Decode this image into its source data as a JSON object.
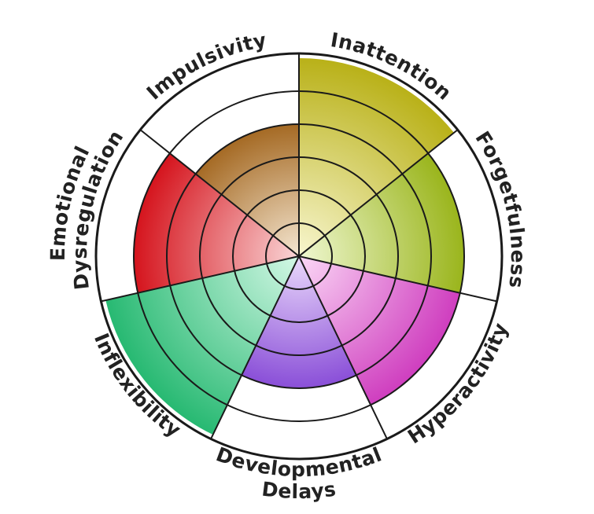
{
  "diagram": {
    "type": "segmented-radial-wheel",
    "rings": 6,
    "segments": [
      {
        "name": "Inattention",
        "lines": [
          "Inattention"
        ],
        "level": 5,
        "color": "#b9b118",
        "center_color": "#f8f6cf"
      },
      {
        "name": "Forgetfulness",
        "lines": [
          "Forgetfulness"
        ],
        "level": 4,
        "color": "#9ab51c",
        "center_color": "#f0f8d2"
      },
      {
        "name": "Hyperactivity",
        "lines": [
          "Hyperactivity"
        ],
        "level": 4,
        "color": "#cf3ebf",
        "center_color": "#fbd8f6"
      },
      {
        "name": "Developmental Delays",
        "lines": [
          "Developmental",
          "Delays"
        ],
        "level": 3,
        "color": "#8a4fd8",
        "center_color": "#ead9fb"
      },
      {
        "name": "Inflexibility",
        "lines": [
          "Inflexibility"
        ],
        "level": 5,
        "color": "#27b972",
        "center_color": "#d4f8e6"
      },
      {
        "name": "Emotional Dysregulation",
        "lines": [
          "Emotional",
          "Dysregulation"
        ],
        "level": 4,
        "color": "#d5141d",
        "center_color": "#fad6d7"
      },
      {
        "name": "Impulsivity",
        "lines": [
          "Impulsivity"
        ],
        "level": 3,
        "color": "#a56a24",
        "center_color": "#f5e7d2"
      }
    ]
  }
}
